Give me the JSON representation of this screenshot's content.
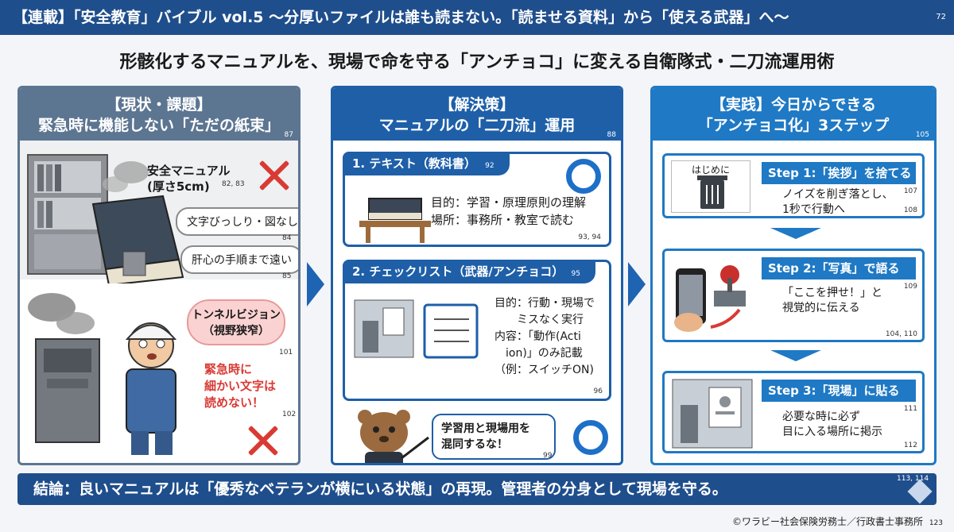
{
  "header": {
    "title": "【連載】「安全教育」バイブル vol.5 〜分厚いファイルは誰も読まない。「読ませる資料」から「使える武器」へ〜",
    "page": "72"
  },
  "subtitle": "形骸化するマニュアルを、現場で命を守る「アンチョコ」に変える自衛隊式・二刀流運用術",
  "panel1": {
    "title1": "【現状・課題】",
    "title2": "緊急時に機能しない「ただの紙束」",
    "ref": "87",
    "manual_label": "安全マニュアル\n(厚さ5cm)",
    "manual_ref": "82, 83",
    "bubble1": "文字びっしり・図なし",
    "bubble1_ref": "84",
    "bubble2": "肝心の手順まで遠い",
    "bubble2_ref": "85",
    "tunnel": "トンネルビジョン\n（視野狭窄）",
    "tunnel_ref": "101",
    "warning": "緊急時に\n細かい文字は\n読めない！",
    "warning_ref": "102"
  },
  "panel2": {
    "title1": "【解決策】",
    "title2": "マニュアルの「二刀流」運用",
    "ref": "88",
    "box1": {
      "head": "1. テキスト（教科書）",
      "head_ref": "92",
      "line1": "目的：学習・原理原則の理解",
      "line2": "場所：事務所・教室で読む",
      "ref": "93, 94"
    },
    "box2": {
      "head": "2. チェックリスト（武器/アンチョコ）",
      "head_ref": "95",
      "text": "目的：行動・現場で\n　　ミスなく実行\n内容：「動作(Acti\n　ion)」のみ記載\n（例：スイッチON)",
      "ref": "96"
    },
    "note": "学習用と現場用を\n混同するな！",
    "note_ref": "99"
  },
  "panel3": {
    "title1": "【実践】今日からできる",
    "title2": "「アンチョコ化」3ステップ",
    "ref": "105",
    "steps": [
      {
        "head": "Step 1:「挨拶」を捨てる",
        "text": "ノイズを削ぎ落とし、\n1秒で行動へ",
        "ref_a": "107",
        "ref_b": "108",
        "thumb": "はじめに"
      },
      {
        "head": "Step 2:「写真」で語る",
        "text": "「ここを押せ！」と\n視覚的に伝える",
        "ref_a": "109",
        "ref_b": "104, 110"
      },
      {
        "head": "Step 3:「現場」に貼る",
        "text": "必要な時に必ず\n目に入る場所に掲示",
        "ref_a": "111",
        "ref_b": "112"
      }
    ]
  },
  "conclusion": {
    "text": "結論：良いマニュアルは「優秀なベテランが横にいる状態」の再現。管理者の分身として現場を守る。",
    "ref": "113, 114"
  },
  "footer": {
    "copyright": "©ワラビー社会保険労務士／行政書士事務所",
    "ref": "123"
  },
  "colors": {
    "navy": "#1f4e8c",
    "panel1": "#5c7591",
    "panel2": "#1e5fa8",
    "panel3": "#1f79c4",
    "alert": "#d93a34"
  }
}
